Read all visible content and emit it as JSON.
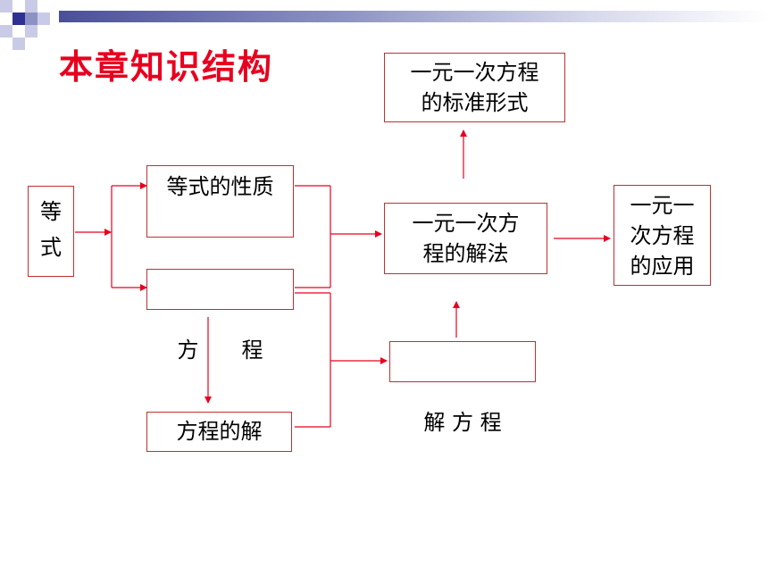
{
  "title": "本章知识结构",
  "nodes": {
    "dengshi_1": "等",
    "dengshi_2": "式",
    "xingzhi": "等式的性质",
    "fangcheng": "方　　程",
    "jie": "方程的解",
    "jiefangcheng": "解 方 程",
    "jiefa_1": "一元一次方",
    "jiefa_2": "程的解法",
    "biaozhun_1": "一元一次方程",
    "biaozhun_2": "的标准形式",
    "yingyong_1": "一元一",
    "yingyong_2": "次方程",
    "yingyong_3": "的应用"
  },
  "colors": {
    "title": "#e8001f",
    "arrow": "#e8001f",
    "border": "#c0302f"
  }
}
